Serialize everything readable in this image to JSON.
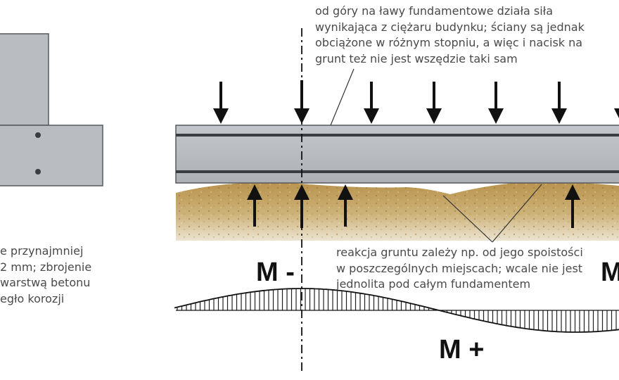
{
  "notes": {
    "top": [
      "od góry na ławy fundamentowe działa siła",
      "wynikająca z ciężaru budynku; ściany są jednak",
      "obciążone w różnym stopniu, a więc i nacisk na",
      "grunt też nie jest wszędzie taki sam"
    ],
    "bottom": [
      "reakcja gruntu zależy np. od jego spoistości",
      "w poszczególnych miejscach; wcale nie jest",
      "jednolita pod całym fundamentem"
    ],
    "left": [
      "e przynajmniej",
      "2 mm; zbrojenie",
      "warstwą betonu",
      "egło korozji"
    ]
  },
  "moment_labels": {
    "negative": "M -",
    "positive": "M +",
    "right_partial": "M"
  },
  "colors": {
    "concrete": "#b9bcc0",
    "concrete_edge": "#55585c",
    "rebar": "#3a3d42",
    "soil": "#c6a766",
    "arrow": "#111111",
    "leader": "#333333"
  }
}
